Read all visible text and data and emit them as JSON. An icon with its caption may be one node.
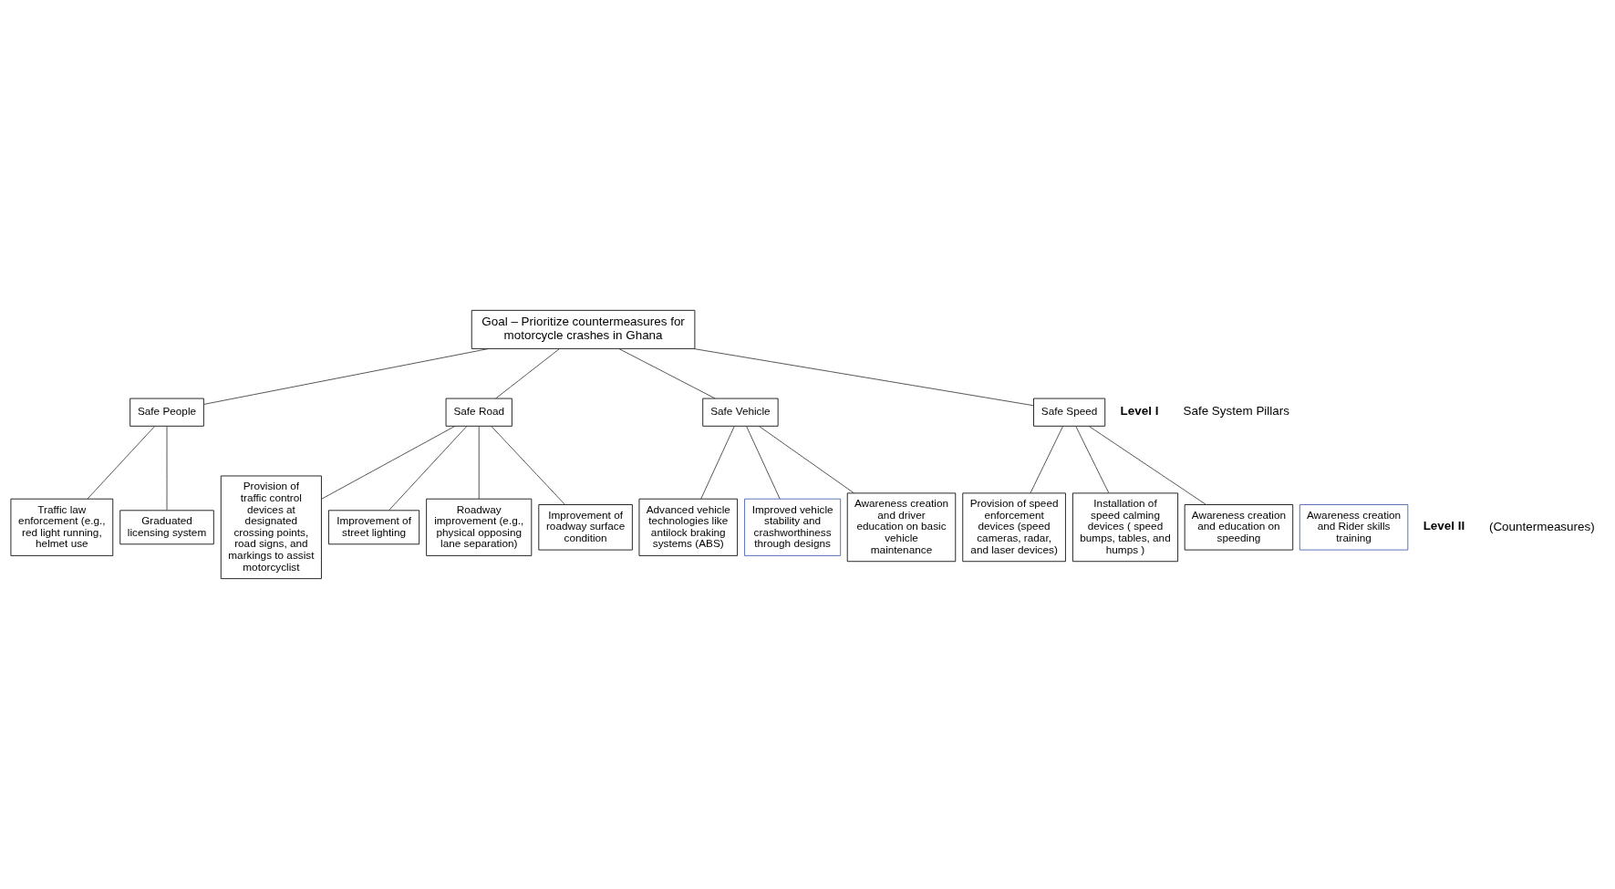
{
  "diagram": {
    "nodes": [
      {
        "text": [
          "Goal – Prioritize countermeasures for motorcycle crashes in Ghana"
        ]
      },
      {
        "text": [
          "Safe People"
        ]
      },
      {
        "text": [
          "Safe Road"
        ]
      },
      {
        "text": [
          "Safe Vehicle"
        ]
      },
      {
        "text": [
          "Safe Speed"
        ]
      },
      {
        "text": [
          "Traffic law enforcement (e.g., red light running, helmet use"
        ]
      },
      {
        "text": [
          "Awareness creation and Rider skills training"
        ]
      },
      {
        "text": [
          "Graduated licensing system"
        ]
      },
      {
        "text": [
          "Provision of traffic control devices at designated crossing points, road signs, and markings to assist motorcyclist"
        ]
      },
      {
        "text": [
          "Improvement of street lighting"
        ]
      },
      {
        "text": [
          "Roadway improvement (e.g., physical opposing lane separation)"
        ]
      },
      {
        "text": [
          "Improvement of roadway surface condition"
        ]
      },
      {
        "text": [
          "Advanced vehicle technologies like antilock braking systems (ABS)"
        ]
      },
      {
        "text": [
          "Improved vehicle stability and crashworthiness through designs"
        ]
      },
      {
        "text": [
          "Awareness creation and driver education on basic vehicle maintenance"
        ]
      },
      {
        "text": [
          "Provision of speed enforcement devices (speed cameras, radar, and laser devices)"
        ]
      },
      {
        "text": [
          "Installation of speed calming devices ( speed bumps, tables, and humps )"
        ]
      },
      {
        "text": [
          "Awareness creation and education on speeding"
        ]
      }
    ],
    "edges": [
      {
        "from": 0,
        "to": 1,
        "arrow": "none"
      },
      {
        "from": 0,
        "to": 2,
        "arrow": "none"
      },
      {
        "from": 0,
        "to": 3,
        "arrow": "none"
      },
      {
        "from": 0,
        "to": 4,
        "arrow": "none"
      },
      {
        "from": 1,
        "to": 5,
        "arrow": "none"
      },
      {
        "from": 1,
        "to": 7,
        "arrow": "none"
      },
      {
        "from": 2,
        "to": 8,
        "arrow": "none"
      },
      {
        "from": 2,
        "to": 9,
        "arrow": "none"
      },
      {
        "from": 2,
        "to": 10,
        "arrow": "none"
      },
      {
        "from": 2,
        "to": 11,
        "arrow": "none"
      },
      {
        "from": 3,
        "to": 12,
        "arrow": "none"
      },
      {
        "from": 3,
        "to": 13,
        "arrow": "none"
      },
      {
        "from": 3,
        "to": 14,
        "arrow": "none"
      },
      {
        "from": 4,
        "to": 15,
        "arrow": "none"
      },
      {
        "from": 4,
        "to": 16,
        "arrow": "none"
      },
      {
        "from": 4,
        "to": 17,
        "arrow": "none"
      }
    ],
    "labels": [
      "Level I",
      "Safe System Pillars",
      "Level II",
      "(Countermeasures)"
    ]
  }
}
